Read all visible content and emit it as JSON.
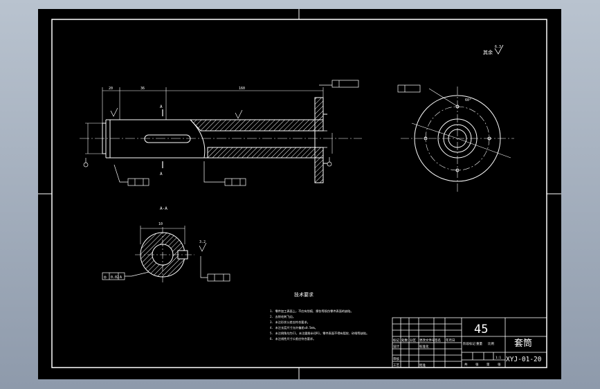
{
  "drawing": {
    "roughness_note": "其余",
    "roughness_value_main": "6.3",
    "dim_length_1": "36",
    "dim_length_2": "160",
    "dim_length_3": "20",
    "section_label_top": "A",
    "section_label_bottom": "A",
    "section_view_label": "A-A",
    "section_width_dim": "10",
    "section_rough_value": "3.2",
    "angle_label": "60°",
    "section_fcf": [
      "◎",
      "0.02",
      "A"
    ]
  },
  "tech_req": {
    "title": "技术要求",
    "items": [
      "1. 零件加工表面上，不应有划痕、擦伤等损伤零件表面的缺陷。",
      "2. 去除毛刺飞边。",
      "3. 未注形状公差应符合要求。",
      "4. 未注长度尺寸允许偏差±0.5mm。",
      "5. 未注倒角均为C1，未注圆角半径R1，零件表面不得有裂纹、砂眼等缺陷。",
      "6. 未注线性尺寸公差应符合要求。"
    ]
  },
  "title_block": {
    "material": "45",
    "part_name": "套筒",
    "drawing_number": "XYJ-01-20",
    "scale": "1:1",
    "labels": [
      "标记",
      "处数",
      "分区",
      "更改文件号",
      "签名",
      "年月日",
      "设计",
      "标准化",
      "审核",
      "工艺",
      "批准",
      "阶段标记",
      "重量",
      "比例",
      "共",
      "张",
      "第",
      "张"
    ]
  }
}
